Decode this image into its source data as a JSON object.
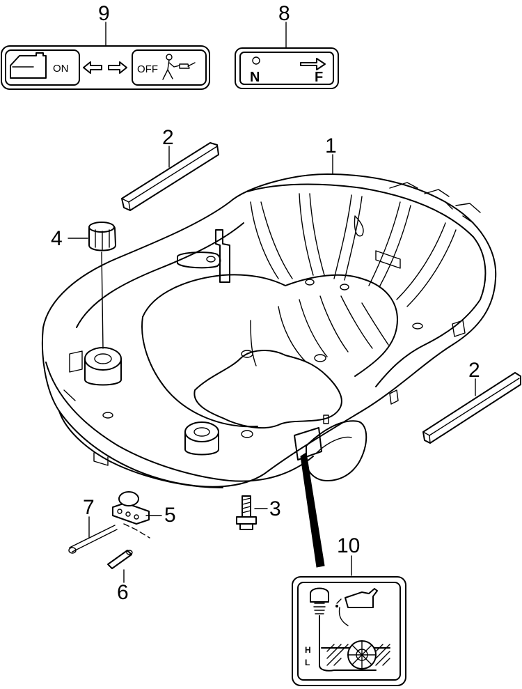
{
  "callouts": {
    "c1": "1",
    "c2a": "2",
    "c2b": "2",
    "c3": "3",
    "c4": "4",
    "c5": "5",
    "c6": "6",
    "c7": "7",
    "c8": "8",
    "c9": "9",
    "c10": "10"
  },
  "label9": {
    "on_text": "ON",
    "off_text": "OFF"
  },
  "label8": {
    "n_text": "N",
    "f_text": "F"
  },
  "label10": {
    "h_text": "H",
    "l_text": "L"
  }
}
